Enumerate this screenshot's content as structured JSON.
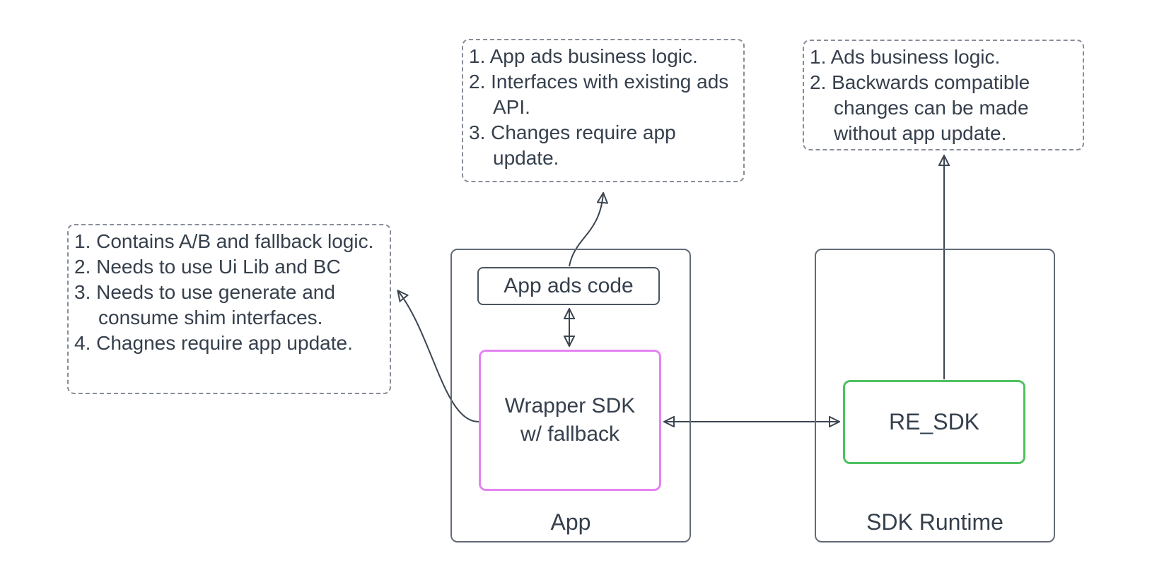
{
  "colors": {
    "background": "#ffffff",
    "text": "#36404d",
    "connector_stroke": "#3c4652",
    "note_border": "#878e98",
    "container_border": "#626b77",
    "app_ads_code_border": "#4a5560",
    "wrapper_sdk_border": "#e583f2",
    "re_sdk_border": "#4fc160"
  },
  "notes": {
    "app_ads_code": {
      "items": [
        "1. App ads business logic.",
        "2. Interfaces with existing ads API.",
        "3. Changes require app update."
      ]
    },
    "re_sdk": {
      "items": [
        "1. Ads business logic.",
        "2. Backwards compatible changes can be made without app update."
      ]
    },
    "wrapper_sdk": {
      "items": [
        "1. Contains A/B and fallback logic.",
        "2. Needs to use Ui Lib and BC",
        "3. Needs to use generate and consume shim interfaces.",
        "4. Chagnes require app update."
      ]
    }
  },
  "containers": {
    "app": {
      "label": "App"
    },
    "sdk_runtime": {
      "label": "SDK Runtime"
    }
  },
  "nodes": {
    "app_ads_code": {
      "label": "App ads code"
    },
    "wrapper_sdk": {
      "line1": "Wrapper SDK",
      "line2": "w/ fallback"
    },
    "re_sdk": {
      "label": "RE_SDK"
    }
  }
}
